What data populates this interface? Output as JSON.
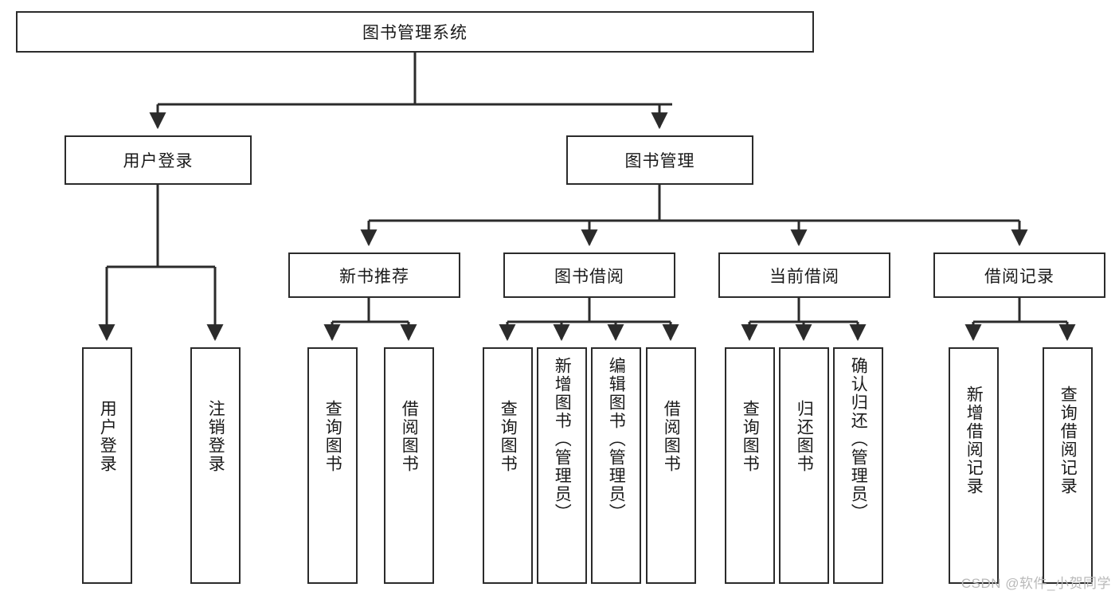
{
  "diagram": {
    "type": "tree",
    "title": "图书管理系统",
    "root": {
      "label": "图书管理系统"
    },
    "level2": [
      {
        "label": "用户登录"
      },
      {
        "label": "图书管理"
      }
    ],
    "level3": [
      {
        "label": "新书推荐"
      },
      {
        "label": "图书借阅"
      },
      {
        "label": "当前借阅"
      },
      {
        "label": "借阅记录"
      }
    ],
    "leaves": [
      {
        "label": "用户登录",
        "parent": "用户登录"
      },
      {
        "label": "注销登录",
        "parent": "用户登录"
      },
      {
        "label": "查询图书",
        "parent": "新书推荐"
      },
      {
        "label": "借阅图书",
        "parent": "新书推荐"
      },
      {
        "label": "查询图书",
        "parent": "图书借阅"
      },
      {
        "label": "新增图书（管理员）",
        "parent": "图书借阅"
      },
      {
        "label": "编辑图书（管理员）",
        "parent": "图书借阅"
      },
      {
        "label": "借阅图书",
        "parent": "图书借阅"
      },
      {
        "label": "查询图书",
        "parent": "当前借阅"
      },
      {
        "label": "归还图书",
        "parent": "当前借阅"
      },
      {
        "label": "确认归还（管理员）",
        "parent": "当前借阅"
      },
      {
        "label": "新增借阅记录",
        "parent": "借阅记录"
      },
      {
        "label": "查询借阅记录",
        "parent": "借阅记录"
      }
    ]
  },
  "watermark": {
    "text": "CSDN @软件_小贺同学"
  },
  "colors": {
    "stroke": "#2b2b2b",
    "background": "#ffffff",
    "text": "#1a1a1a",
    "watermark": "#b9b9b9"
  }
}
